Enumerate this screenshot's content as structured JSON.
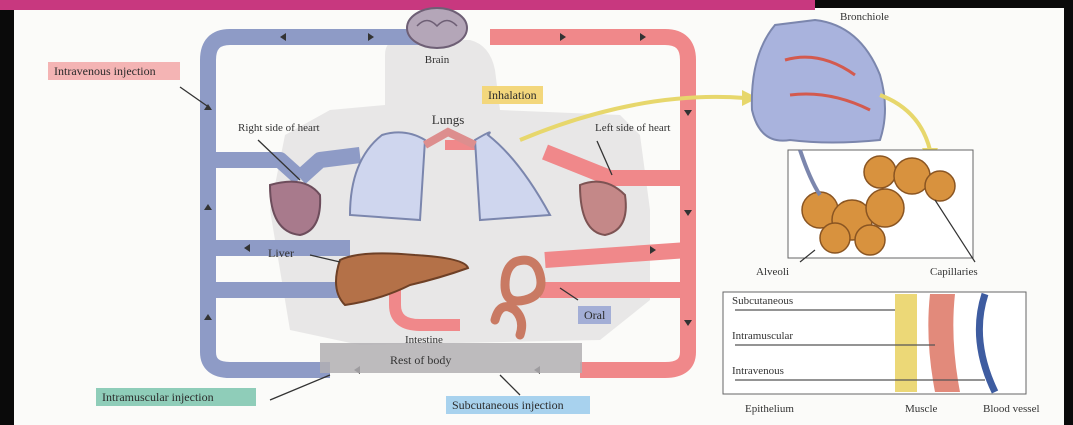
{
  "labels": {
    "brain": "Brain",
    "lungs": "Lungs",
    "right_heart": "Right side of heart",
    "left_heart": "Left side of heart",
    "liver": "Liver",
    "intestine": "Intestine",
    "rest_of_body": "Rest of body",
    "bronchiole": "Bronchiole",
    "alveoli": "Alveoli",
    "capillaries": "Capillaries",
    "subcutaneous": "Subcutaneous",
    "intramuscular": "Intramuscular",
    "intravenous": "Intravenous",
    "epithelium": "Epithelium",
    "muscle": "Muscle",
    "blood_vessel": "Blood vessel"
  },
  "routes": {
    "intravenous_injection": "Intravenous injection",
    "inhalation": "Inhalation",
    "oral": "Oral",
    "intramuscular_injection": "Intramuscular injection",
    "subcutaneous_injection": "Subcutaneous injection"
  },
  "colors": {
    "venous": "#8e9bc6",
    "arterial": "#f0888a",
    "oral_box": "#a3aed6",
    "inhalation_box": "#f3d77c",
    "intravenous_box": "#f4b4b4",
    "intramuscular_box": "#8fcdb9",
    "subcutaneous_box": "#a8d2ee"
  }
}
